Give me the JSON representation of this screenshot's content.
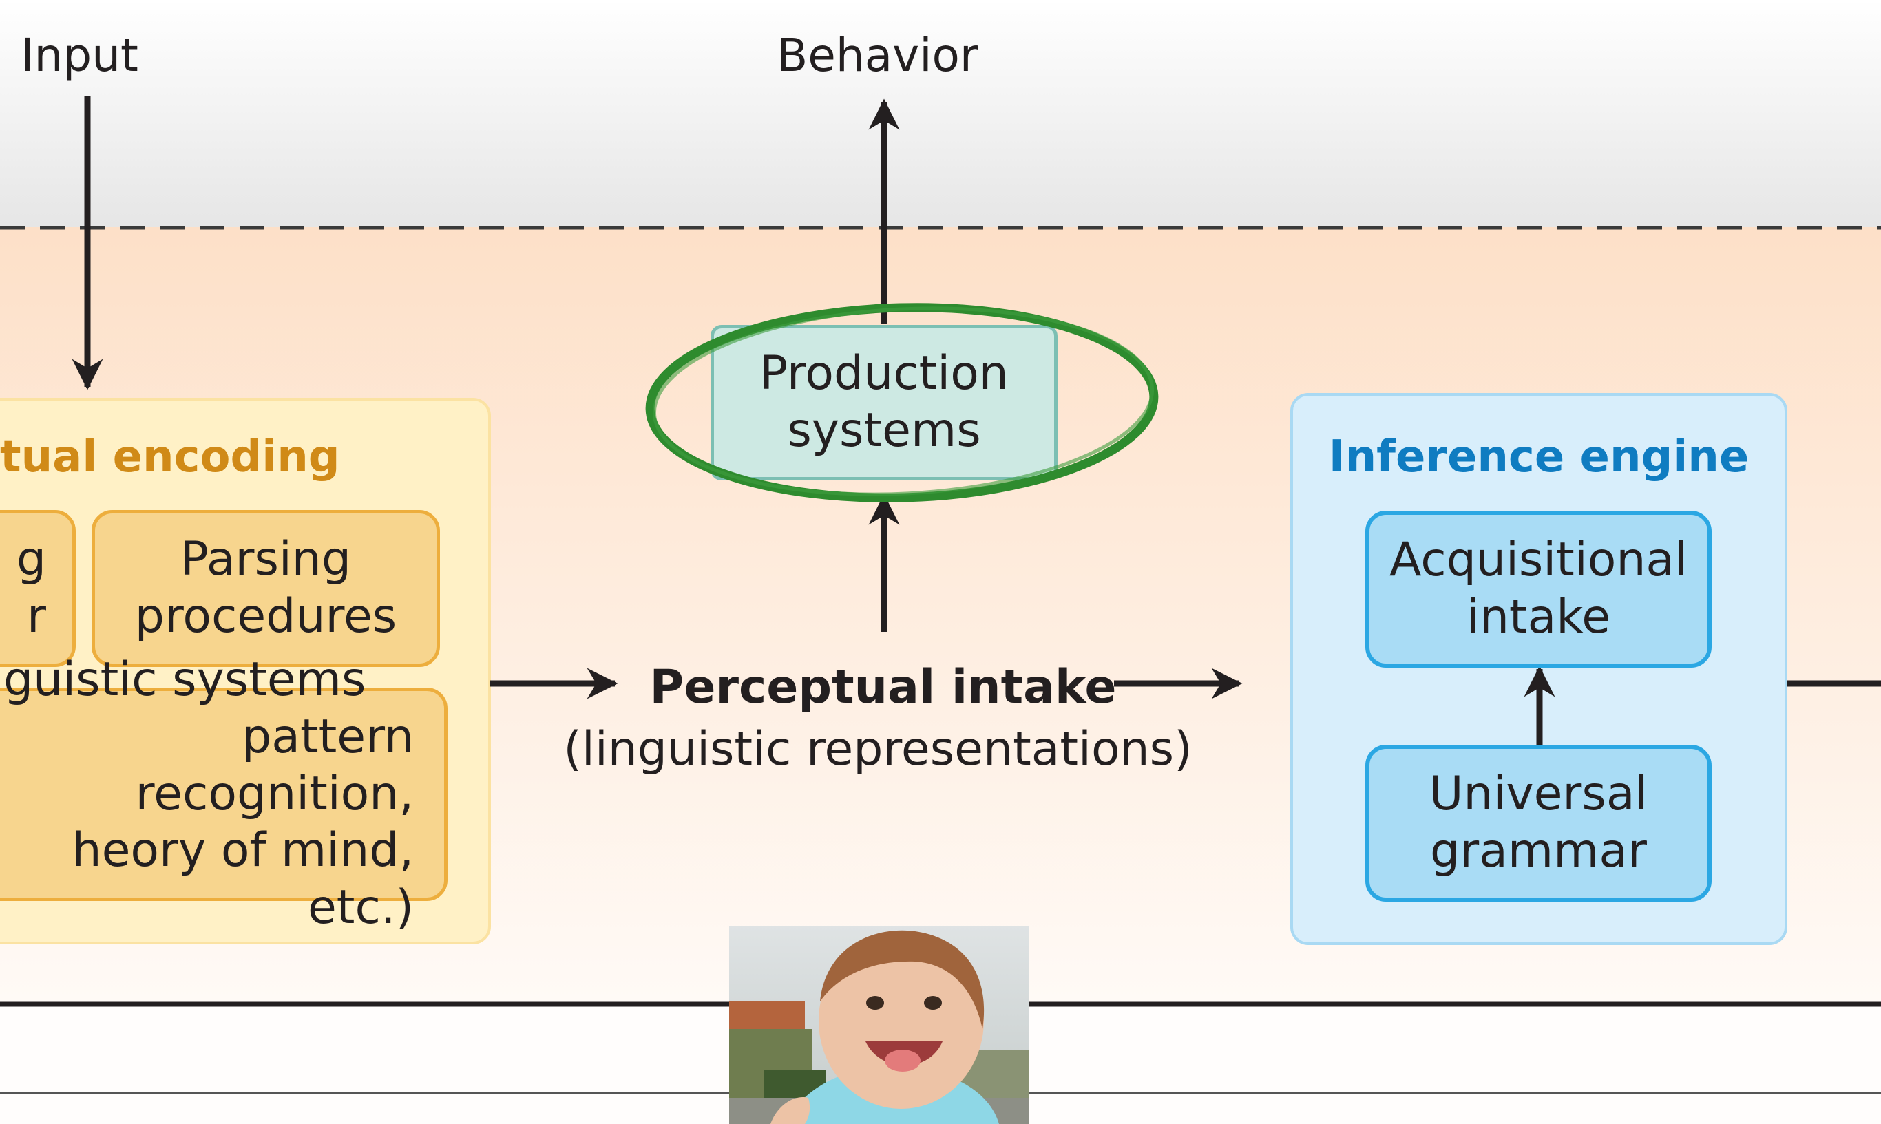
{
  "diagram": {
    "top": {
      "input": "Input",
      "behavior": "Behavior"
    },
    "perceptual_encoding": {
      "title_visible": "tual encoding",
      "left_box_fragment_lines": [
        "g",
        "r"
      ],
      "parsing": [
        "Parsing",
        "procedures"
      ],
      "linguistic_lines": [
        "guistic systems",
        "pattern recognition,",
        "heory of mind, etc.)"
      ]
    },
    "production": [
      "Production",
      "systems"
    ],
    "perceptual_intake": {
      "title": "Perceptual intake",
      "subtitle": "(linguistic representations)"
    },
    "inference_engine": {
      "title": "Inference engine",
      "acquisitional": [
        "Acquisitional",
        "intake"
      ],
      "universal": [
        "Universal",
        "grammar"
      ]
    },
    "colors": {
      "upper_band": "#ececec",
      "middle_band": "#fde3cf",
      "yellow_panel": "#fff0c4",
      "yellow_box": "#f7d58e",
      "yellow_title": "#d08a17",
      "blue_panel": "#d8eefb",
      "blue_box": "#a9dcf5",
      "blue_title": "#0f7cc1",
      "teal_box": "#cde9e3",
      "highlight_ellipse": "#2e8b2e",
      "arrow": "#231f20"
    }
  }
}
